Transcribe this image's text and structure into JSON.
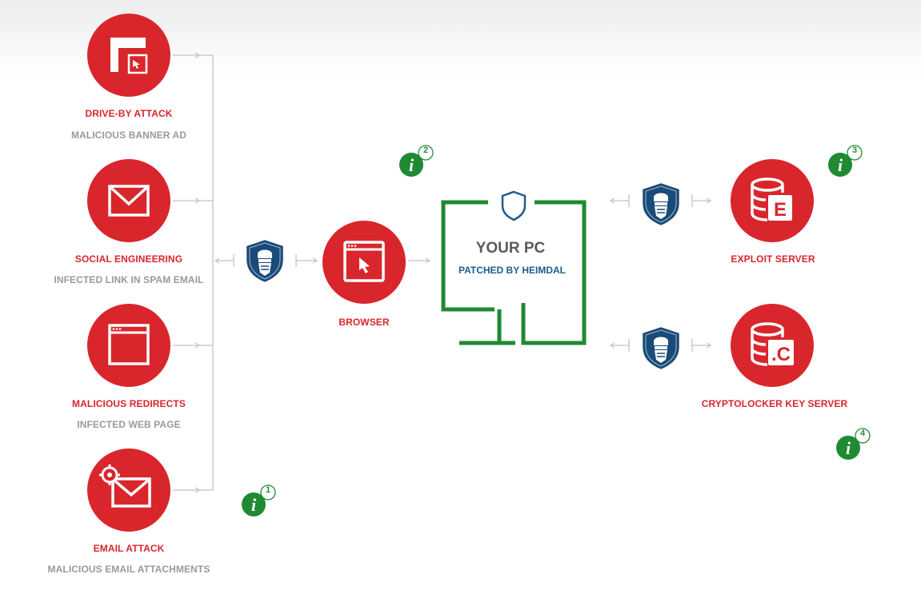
{
  "sources": [
    {
      "title": "DRIVE-BY ATTACK",
      "subtitle": "MALICIOUS BANNER AD",
      "icon": "banner-click-icon"
    },
    {
      "title": "SOCIAL ENGINEERING",
      "subtitle": "INFECTED LINK IN SPAM EMAIL",
      "icon": "envelope-icon"
    },
    {
      "title": "MALICIOUS REDIRECTS",
      "subtitle": "INFECTED WEB PAGE",
      "icon": "browser-window-icon"
    },
    {
      "title": "EMAIL ATTACK",
      "subtitle": "MALICIOUS EMAIL ATTACHMENTS",
      "icon": "envelope-gear-icon"
    }
  ],
  "browser": {
    "title": "BROWSER",
    "icon": "browser-click-icon"
  },
  "pc": {
    "title": "YOUR PC",
    "subtitle": "PATCHED BY HEIMDAL",
    "icon": "monitor-shield-icon"
  },
  "servers": [
    {
      "title": "EXPLOIT SERVER",
      "icon": "database-e-icon",
      "glyph": "E"
    },
    {
      "title": "CRYPTOLOCKER KEY SERVER",
      "icon": "database-c-icon",
      "glyph": ".C"
    }
  ],
  "info_badges": [
    {
      "glyph": "i",
      "number": "1"
    },
    {
      "glyph": "i",
      "number": "2"
    },
    {
      "glyph": "i",
      "number": "3"
    },
    {
      "glyph": "i",
      "number": "4"
    }
  ],
  "colors": {
    "red": "#d9262c",
    "green": "#1f8a32",
    "navy": "#1a4a78",
    "gray_text": "#9a9a9a",
    "connector": "#bdbdbd"
  }
}
